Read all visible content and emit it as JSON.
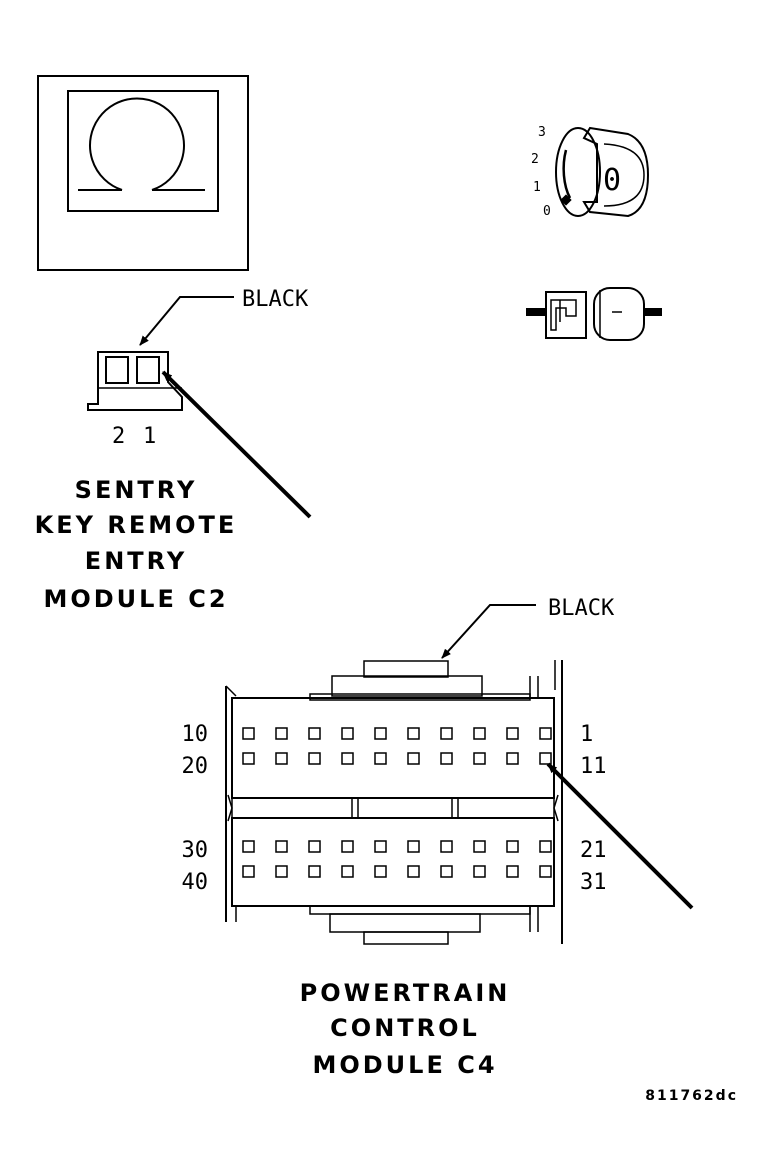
{
  "ohm_icon": "ohm-icon",
  "ignition": {
    "icon": "ignition-key-icon",
    "positions": [
      "3",
      "2",
      "1",
      "0"
    ],
    "key_label": "0"
  },
  "connector_icon": "connector-disconnect-icon",
  "skrem_connector": {
    "color_label": "BLACK",
    "pins": [
      "2",
      "1"
    ],
    "title_lines": [
      "SENTRY",
      "KEY REMOTE",
      "ENTRY",
      "MODULE C2"
    ]
  },
  "pcm_connector": {
    "color_label": "BLACK",
    "row_labels_left": [
      "10",
      "20",
      "30",
      "40"
    ],
    "row_labels_right": [
      "1",
      "11",
      "21",
      "31"
    ],
    "title_lines": [
      "POWERTRAIN",
      "CONTROL",
      "MODULE C4"
    ]
  },
  "figure_id": "811762dc"
}
